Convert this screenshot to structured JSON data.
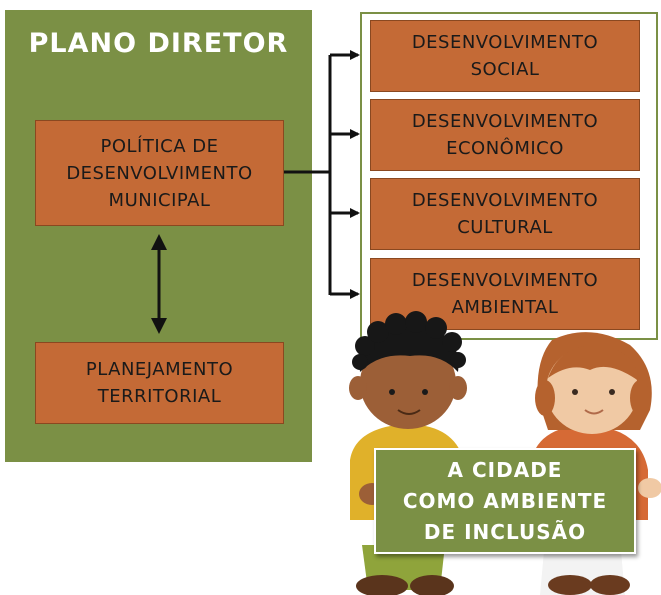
{
  "plano_diretor": {
    "title": "PLANO DIRETOR",
    "politica": [
      "POLÍTICA DE",
      "DESENVOLVIMENTO",
      "MUNICIPAL"
    ],
    "planejamento": [
      "PLANEJAMENTO",
      "TERRITORIAL"
    ]
  },
  "desenvolvimento": [
    {
      "line1": "DESENVOLVIMENTO",
      "line2": "SOCIAL"
    },
    {
      "line1": "DESENVOLVIMENTO",
      "line2": "ECONÔMICO"
    },
    {
      "line1": "DESENVOLVIMENTO",
      "line2": "CULTURAL"
    },
    {
      "line1": "DESENVOLVIMENTO",
      "line2": "AMBIENTAL"
    }
  ],
  "banner": [
    "A CIDADE",
    "COMO AMBIENTE",
    "DE INCLUSÃO"
  ],
  "colors": {
    "panel_green": "#7b9045",
    "box_orange": "#c46a36",
    "arrow": "#111111"
  }
}
